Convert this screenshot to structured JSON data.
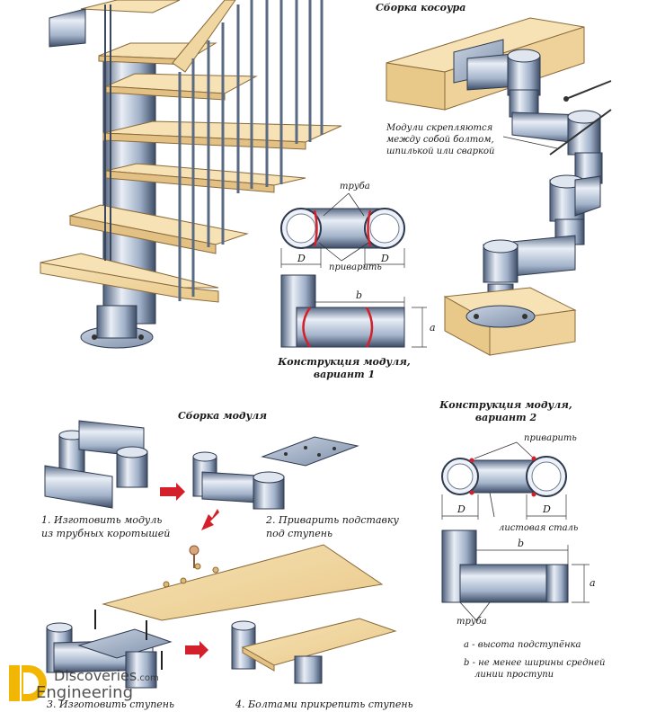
{
  "titles": {
    "stringer_assembly": "Сборка косоура",
    "module_assembly": "Сборка модуля",
    "module_v1_line1": "Конструкция модуля,",
    "module_v1_line2": "вариант 1",
    "module_v2_line1": "Конструкция модуля,",
    "module_v2_line2": "вариант 2"
  },
  "labels": {
    "modules_joined_1": "Модули скрепляются",
    "modules_joined_2": "между собой болтом,",
    "modules_joined_3": "шпилькой или сваркой",
    "pipe_top": "труба",
    "weld_v1": "приварить",
    "D_left": "D",
    "D_right": "D",
    "b_v1": "b",
    "a_v1": "a",
    "weld_v2": "приварить",
    "D2_left": "D",
    "D2_right": "D",
    "sheet_steel": "листовая сталь",
    "b_v2": "b",
    "a_v2": "a",
    "pipe_bottom": "труба",
    "note_a": "a - высота подступёнка",
    "note_b_1": "b - не менее ширины средней",
    "note_b_2": "линии проступи"
  },
  "steps": {
    "step1_line1": "1. Изготовить модуль",
    "step1_line2": "из трубных коротышей",
    "step2_line1": "2. Приварить подставку",
    "step2_line2": "под ступень",
    "step3": "3. Изготовить ступень",
    "step4": "4. Болтами прикрепить ступень"
  },
  "watermark": {
    "site": "Discoveries",
    "domain": ".com",
    "brand": "Engineering"
  },
  "colors": {
    "wood": "#f3d9a4",
    "wood_edge": "#8a6a3a",
    "steel_light": "#e6edf6",
    "steel_mid": "#9fb0c8",
    "steel_dark": "#4d5f7c",
    "weld": "#d4202a",
    "arrow": "#d4202a"
  }
}
